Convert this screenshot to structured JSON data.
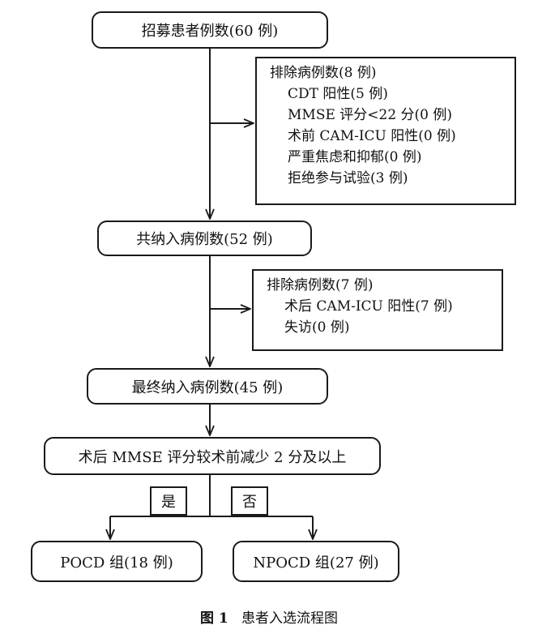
{
  "steps": {
    "recruit": "招募患者例数(60 例)",
    "enrolled": "共纳入病例数(52 例)",
    "final": "最终纳入病例数(45 例)",
    "criterion": "术后 MMSE 评分较术前减少 2 分及以上"
  },
  "exclusion1": {
    "title": "排除病例数(8 例)",
    "items": [
      "CDT 阳性(5 例)",
      "MMSE 评分<22 分(0 例)",
      "术前 CAM-ICU 阳性(0 例)",
      "严重焦虑和抑郁(0 例)",
      "拒绝参与试验(3 例)"
    ]
  },
  "exclusion2": {
    "title": "排除病例数(7 例)",
    "items": [
      "术后 CAM-ICU 阳性(7 例)",
      "失访(0 例)"
    ]
  },
  "branch": {
    "yes_label": "是",
    "no_label": "否",
    "pocd": "POCD 组(18 例)",
    "npocd": "NPOCD 组(27 例)"
  },
  "caption": {
    "figure": "图 1",
    "title": "患者入选流程图"
  }
}
